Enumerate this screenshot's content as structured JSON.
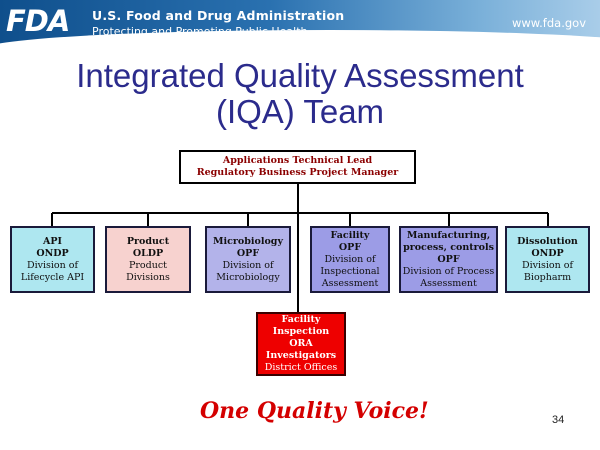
{
  "header": {
    "logo": "FDA",
    "agency_name": "U.S. Food and Drug Administration",
    "tagline": "Protecting and Promoting Public Health",
    "website": "www.fda.gov"
  },
  "slide": {
    "title_line1": "Integrated Quality Assessment",
    "title_line2": "(IQA) Team",
    "slogan": "One Quality Voice!",
    "page_number": "34"
  },
  "org_chart": {
    "lead": {
      "line1": "Applications Technical Lead",
      "line2": "Regulatory Business Project Manager"
    },
    "units": [
      {
        "bold": [
          "API",
          "ONDP"
        ],
        "normal": [
          "Division of",
          "Lifecycle API"
        ],
        "fill": "#aee7f0"
      },
      {
        "bold": [
          "Product",
          "OLDP"
        ],
        "normal": [
          "Product",
          "Divisions"
        ],
        "fill": "#f7d2cf"
      },
      {
        "bold": [
          "Microbiology",
          "OPF"
        ],
        "normal": [
          "Division of",
          "Microbiology"
        ],
        "fill": "#b3b3ea"
      },
      {
        "bold": [
          "Facility",
          "OPF"
        ],
        "normal": [
          "Division of",
          "Inspectional",
          "Assessment"
        ],
        "fill": "#9c9ce6"
      },
      {
        "bold": [
          "Manufacturing,",
          "process, controls",
          "OPF"
        ],
        "normal": [
          "Division of Process",
          "Assessment"
        ],
        "fill": "#9c9ce6"
      },
      {
        "bold": [
          "Dissolution",
          "ONDP"
        ],
        "normal": [
          "Division of",
          "Biopharm"
        ],
        "fill": "#aee7f0"
      }
    ],
    "inspection": {
      "bold": [
        "Facility",
        "Inspection",
        "ORA",
        "Investigators"
      ],
      "normal": [
        "District Offices"
      ],
      "fill": "#ee0000"
    }
  }
}
